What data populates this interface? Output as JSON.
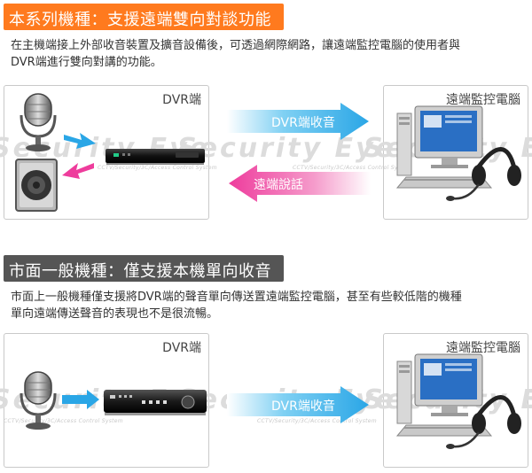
{
  "section1": {
    "title": "本系列機種：支援遠端雙向對談功能",
    "desc_line1": "在主機端接上外部收音裝置及擴音設備後，可透過網際網路，讓遠端監控電腦的使用者與",
    "desc_line2": "DVR端進行雙向對講的功能。",
    "dvr_label": "DVR端",
    "remote_label": "遠端監控電腦",
    "arrow_receive": "DVR端收音",
    "arrow_talk": "遠端說話"
  },
  "section2": {
    "title": "市面一般機種：僅支援本機單向收音",
    "desc_line1": "市面上一般機種僅支援將DVR端的聲音單向傳送置遠端監控電腦，甚至有些較低階的機種",
    "desc_line2": "單向遠端傳送聲音的表現也不是很流暢。",
    "dvr_label": "DVR端",
    "remote_label": "遠端監控電腦",
    "arrow_receive": "DVR端收音"
  },
  "watermark": {
    "text": "Security Eye",
    "sub": "CCTV/Security/3C/Access Control System"
  },
  "colors": {
    "header1_bg": "#ff7a1e",
    "header2_bg": "#555555",
    "arrow_blue": "#3fb6ec",
    "arrow_pink": "#ee3c9c"
  }
}
